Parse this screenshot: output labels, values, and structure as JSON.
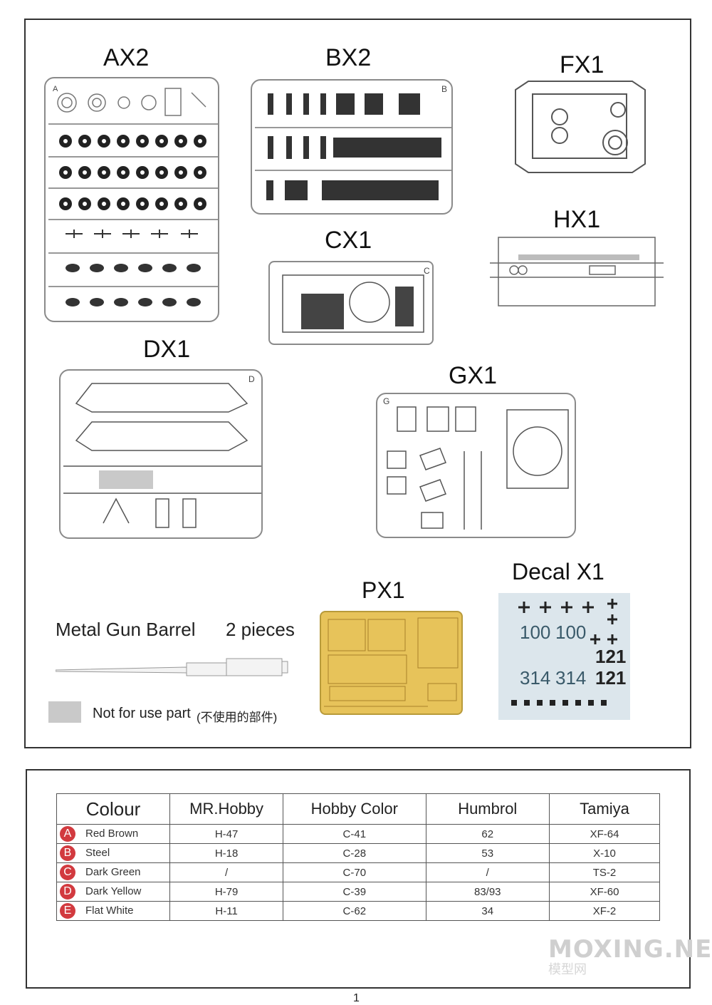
{
  "sprues": {
    "ax": {
      "title": "AX2",
      "letter": "A"
    },
    "bx": {
      "title": "BX2",
      "letter": "B"
    },
    "fx": {
      "title": "FX1"
    },
    "hx": {
      "title": "HX1"
    },
    "cx": {
      "title": "CX1",
      "letter": "C"
    },
    "dx": {
      "title": "DX1",
      "letter": "D"
    },
    "gx": {
      "title": "GX1",
      "letter": "G"
    },
    "px": {
      "title": "PX1"
    },
    "decal": {
      "title": "Decal X1"
    }
  },
  "metal_barrel": {
    "label": "Metal Gun Barrel",
    "count": "2 pieces"
  },
  "not_for_use": {
    "label": "Not for use part",
    "label_cn": "(不使用的部件)"
  },
  "colour_table": {
    "headers": [
      "Colour",
      "MR.Hobby",
      "Hobby Color",
      "Humbrol",
      "Tamiya"
    ],
    "rows": [
      {
        "code": "A",
        "name": "Red Brown",
        "mr_hobby": "H-47",
        "hobby_color": "C-41",
        "humbrol": "62",
        "tamiya": "XF-64"
      },
      {
        "code": "B",
        "name": "Steel",
        "mr_hobby": "H-18",
        "hobby_color": "C-28",
        "humbrol": "53",
        "tamiya": "X-10"
      },
      {
        "code": "C",
        "name": "Dark Green",
        "mr_hobby": "/",
        "hobby_color": "C-70",
        "humbrol": "/",
        "tamiya": "TS-2"
      },
      {
        "code": "D",
        "name": "Dark Yellow",
        "mr_hobby": "H-79",
        "hobby_color": "C-39",
        "humbrol": "83/93",
        "tamiya": "XF-60"
      },
      {
        "code": "E",
        "name": "Flat White",
        "mr_hobby": "H-11",
        "hobby_color": "C-62",
        "humbrol": "34",
        "tamiya": "XF-2"
      }
    ],
    "badge_color": "#d23a3f"
  },
  "decal_numbers": [
    "100",
    "100",
    "121",
    "314",
    "314",
    "121"
  ],
  "watermark": {
    "text": "MOXING.NET",
    "sub": "模型网"
  },
  "page_number": "1"
}
